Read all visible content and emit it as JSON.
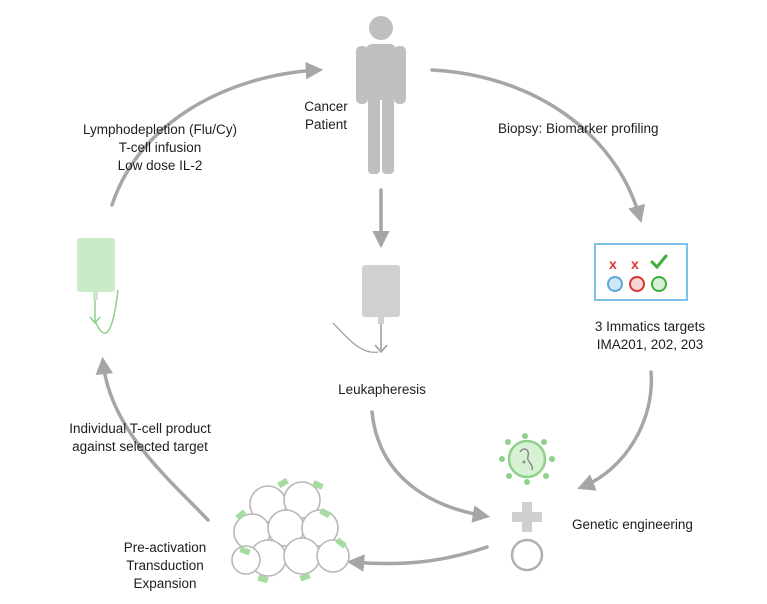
{
  "nodes": {
    "patient": {
      "line1": "Cancer",
      "line2": "Patient"
    },
    "biopsy": {
      "label": "Biopsy: Biomarker profiling"
    },
    "targets": {
      "line1": "3 Immatics targets",
      "line2": "IMA201, 202, 203"
    },
    "genetic": {
      "label": "Genetic engineering"
    },
    "expansion": {
      "line1": "Pre-activation",
      "line2": "Transduction",
      "line3": "Expansion"
    },
    "product": {
      "line1": "Individual T-cell product",
      "line2": "against selected target"
    },
    "infusion": {
      "line1": "Lymphodepletion (Flu/Cy)",
      "line2": "T-cell infusion",
      "line3": "Low dose IL-2"
    },
    "leuka": {
      "label": "Leukapheresis"
    }
  },
  "colors": {
    "arrow": "#a6a6a6",
    "figure": "#bfbfbf",
    "green": "#8fd18a",
    "green_light": "#c9ebc5",
    "red": "#d93535",
    "blue": "#57a7dd",
    "box": "#7fc0e6"
  },
  "icons": {
    "cross_a": "cross-icon",
    "cross_b": "cross-icon",
    "check": "check-icon"
  }
}
